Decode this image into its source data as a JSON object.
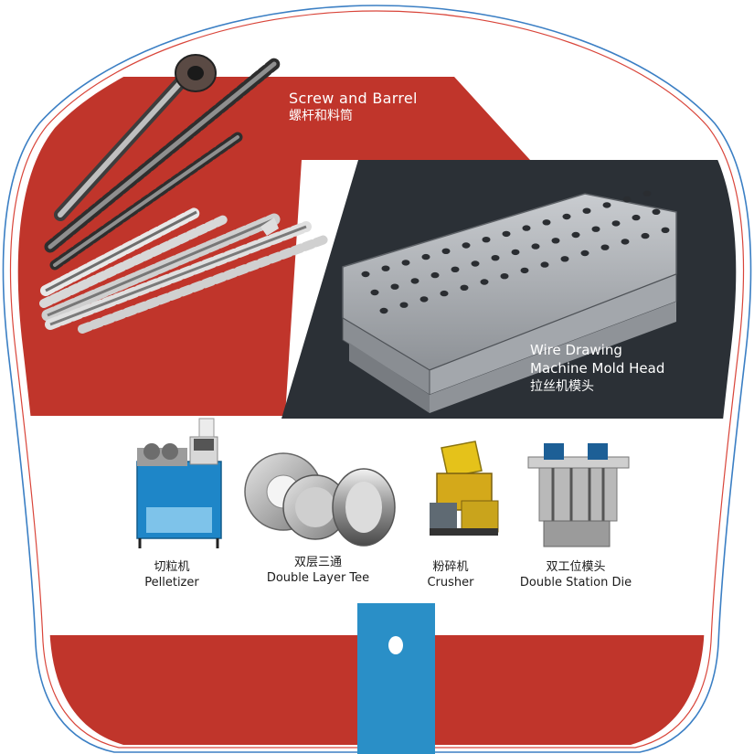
{
  "colors": {
    "red": "#c0352b",
    "dark_panel": "#2b3036",
    "blue_handle": "#2a8fc7",
    "outline_blue": "#3b7fc4",
    "outline_red": "#d9453a"
  },
  "screw_barrel": {
    "title_en": "Screw and Barrel",
    "title_cn": "螺杆和料筒"
  },
  "mold_head": {
    "title_line1": "Wire Drawing",
    "title_line2": "Machine Mold Head",
    "title_cn": "拉丝机模头"
  },
  "products": [
    {
      "cn": "切粒机",
      "en": "Pelletizer"
    },
    {
      "cn": "双层三通",
      "en": "Double Layer Tee"
    },
    {
      "cn": "粉碎机",
      "en": "Crusher"
    },
    {
      "cn": "双工位模头",
      "en": "Double Station Die"
    }
  ]
}
